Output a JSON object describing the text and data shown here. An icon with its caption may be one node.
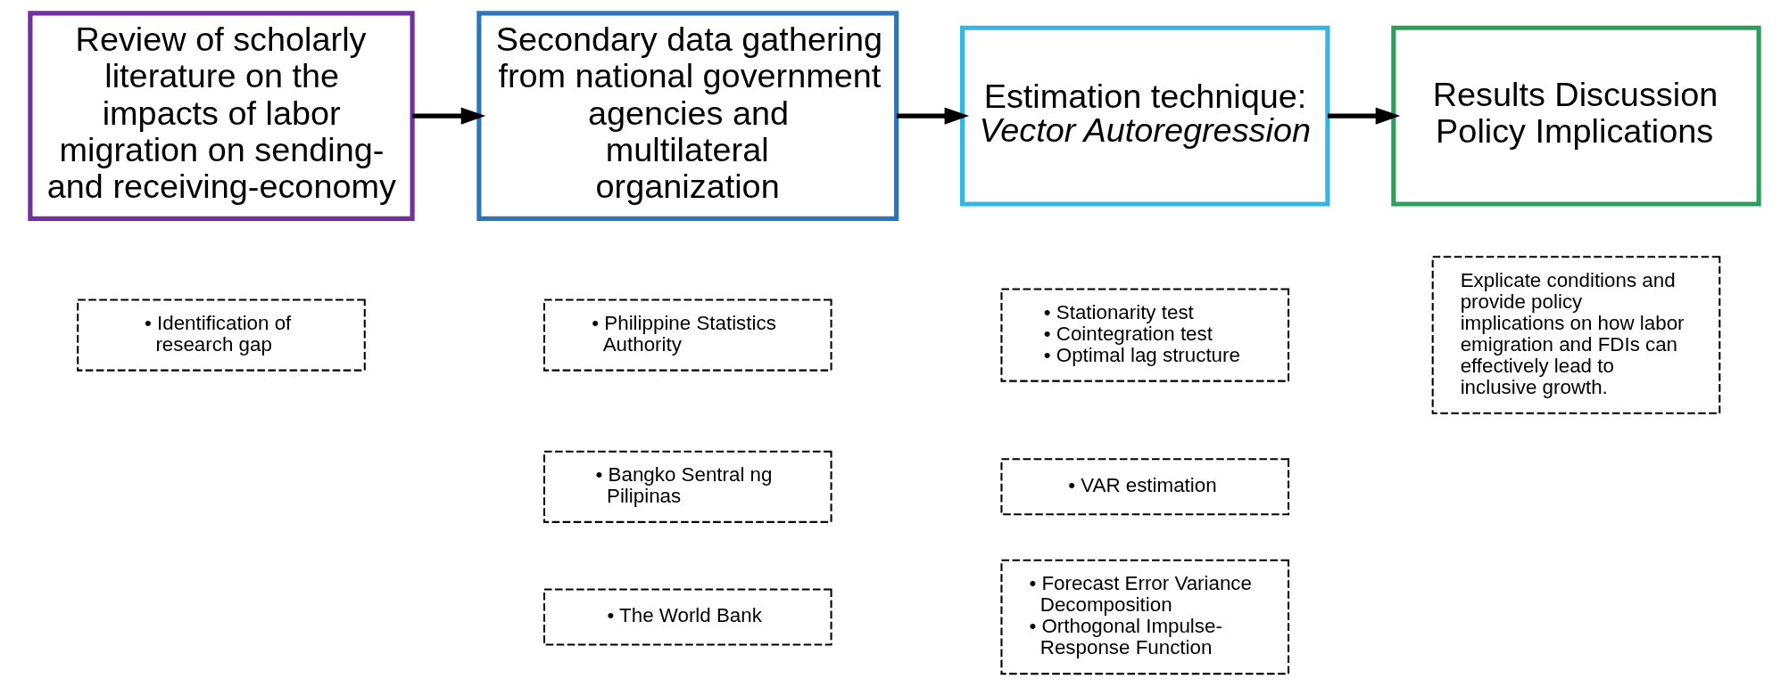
{
  "diagram": {
    "nodes": [
      {
        "text": [
          "Review of scholarly literature on the impacts of labor migration on sending- and receiving-economy"
        ]
      },
      {
        "text": [
          "Secondary data gathering from national government agencies and multilateral organization"
        ]
      },
      {
        "text": [
          "Estimation technique: *Vector Autoregression*"
        ]
      },
      {
        "text": [
          "Results Discussion",
          "Policy Implications"
        ]
      },
      {
        "text": [
          "• Identification of research gap"
        ]
      },
      {
        "text": [
          "• Philippine Statistics Authority"
        ]
      },
      {
        "text": [
          "• Bangko Sentral ng Pilipinas"
        ]
      },
      {
        "text": [
          "• The World Bank"
        ]
      },
      {
        "text": [
          "• Stationarity test",
          "• Cointegration test",
          "• Optimal lag structure"
        ]
      },
      {
        "text": [
          "• VAR estimation"
        ]
      },
      {
        "text": [
          "• Forecast Error Variance Decomposition",
          "• Orthogonal Impulse-Response Function"
        ]
      },
      {
        "text": [
          "Explicate conditions and provide policy implications on how labor emigration and FDIs can effectively lead to inclusive growth."
        ]
      }
    ],
    "edges": [
      {
        "from": 0,
        "to": 1,
        "arrow": "to"
      },
      {
        "from": 1,
        "to": 2,
        "arrow": "to"
      },
      {
        "from": 2,
        "to": 3,
        "arrow": "to"
      }
    ]
  }
}
